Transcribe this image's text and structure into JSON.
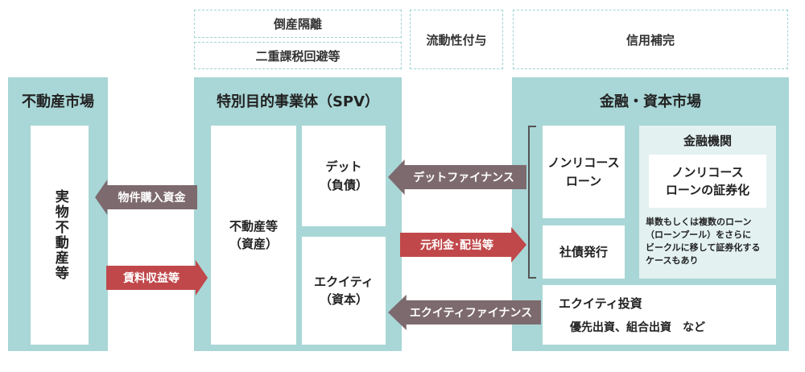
{
  "header": {
    "bankruptcy": "倒産隔離",
    "double_tax": "二重課税回避等",
    "liquidity": "流動性付与",
    "credit": "信用補完"
  },
  "left_panel": {
    "title": "不動産市場",
    "item": "実物不動産等"
  },
  "spv_panel": {
    "title": "特別目的事業体（SPV）",
    "assets": [
      "不動産等",
      "（資産）"
    ],
    "debt": [
      "デット",
      "（負債）"
    ],
    "equity": [
      "エクイティ",
      "（資本）"
    ]
  },
  "right_panel": {
    "title": "金融・資本市場",
    "nonrecourse": [
      "ノンリコース",
      "ローン"
    ],
    "bonds": "社債発行",
    "institution": {
      "title": "金融機関",
      "securitize": [
        "ノンリコース",
        "ローンの証券化"
      ],
      "note": [
        "単数もしくは複数のローン",
        "（ローンプール）をさらに",
        "ビークルに移して証券化する",
        "ケースもあり"
      ]
    },
    "equity_investment": {
      "title": "エクイティ投資",
      "detail": "優先出資、組合出資　など"
    }
  },
  "arrows": {
    "purchase": "物件購入資金",
    "rent": "賃料収益等",
    "debt_finance": "デットファイナンス",
    "principal": "元利金･配当等",
    "equity_finance": "エクイティファイナンス"
  },
  "colors": {
    "panel": "#a9d6d6",
    "arrow_gray": "#7d6a6e",
    "arrow_red": "#c0484a",
    "dashed": "#9fd3d3"
  }
}
